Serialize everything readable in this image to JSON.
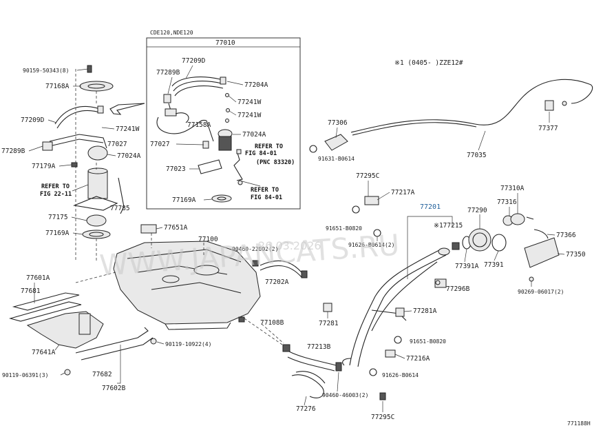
{
  "sub_assembly_box": {
    "header": "CDE120,NDE120",
    "part": "77010"
  },
  "note_variant": "※1 (0405-  )ZZE12#",
  "figure_id": "771188H",
  "watermark": {
    "text": "WWW.JAPANCATS.RU",
    "date": "26.03.2026"
  },
  "refs": {
    "refer_to_fig_1": "REFER TO",
    "refer_to_fig_1b": "FIG 84-01",
    "refer_to_fig_1c": "(PNC 83320)",
    "refer_to_fig_2": "REFER TO",
    "refer_to_fig_2b": "FIG 84-01",
    "refer_left": "REFER TO",
    "refer_left_b": "FIG 22-11"
  },
  "labels": {
    "p90159": "90159-50343(8)",
    "p77168a": "77168A",
    "p77209d_l": "77209D",
    "p77241w_l": "77241W",
    "p77027_l": "77027",
    "p77024a_l": "77024A",
    "p77289b_l": "77289B",
    "p77179a": "77179A",
    "p77785": "77785",
    "p77175": "77175",
    "p77169a_l": "77169A",
    "p77651a": "77651A",
    "p77100": "77100",
    "p90460a": "90460-22002(2)",
    "p77202a": "77202A",
    "p77601a": "77601A",
    "p77681": "77681",
    "p77641a": "77641A",
    "p90119a": "90119-10922(4)",
    "p90119b": "90119-06391(3)",
    "p77682": "77682",
    "p77602b": "77602B",
    "p77108b": "77108B",
    "p77213b": "77213B",
    "p77276": "77276",
    "p90460b": "90460-46003(2)",
    "p77295c_b": "77295C",
    "p91626b": "91626-B0614",
    "p77216a": "77216A",
    "p91651b": "91651-B0820",
    "p77281a": "77281A",
    "p77281": "77281",
    "p77289b_in": "77289B",
    "p77209d_in": "77209D",
    "p77204a": "77204A",
    "p77241w_in1": "77241W",
    "p77241w_in2": "77241W",
    "p77158a": "77158A",
    "p77024a_in": "77024A",
    "p77027_in": "77027",
    "p77023": "77023",
    "p77169a_in": "77169A",
    "p77306": "77306",
    "p91631": "91631-B0614",
    "p77035": "77035",
    "p77377": "77377",
    "p77295c_t": "77295C",
    "p77217a": "77217A",
    "p91651a": "91651-B0820",
    "p91626a": "91626-B0614(2)",
    "p77201": "77201",
    "p77215": "※177215",
    "p77290": "77290",
    "p77310a": "77310A",
    "p77316": "77316",
    "p77366": "77366",
    "p77350": "77350",
    "p77391a": "77391A",
    "p77391": "77391",
    "p77296b": "77296B",
    "p90269": "90269-06017(2)"
  },
  "colors": {
    "highlight": "#1f5f9a",
    "ink": "#222222",
    "watermark": "#c9c9c9"
  }
}
